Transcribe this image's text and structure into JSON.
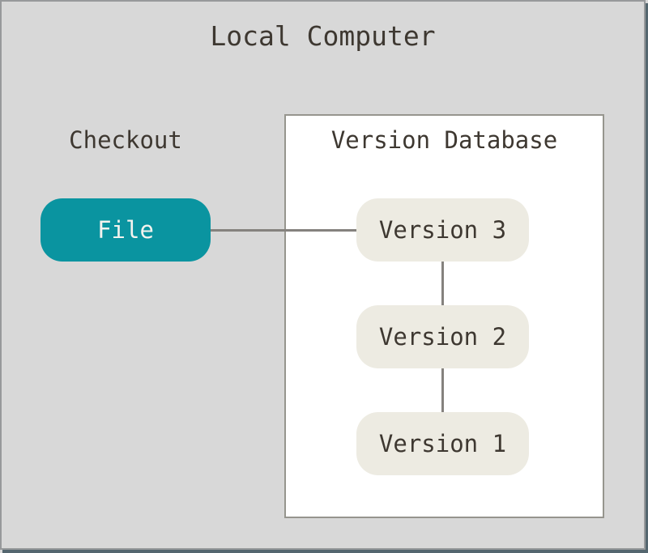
{
  "diagram": {
    "title": "Local Computer",
    "checkout": {
      "label": "Checkout",
      "node": {
        "label": "File"
      }
    },
    "version_database": {
      "title": "Version Database",
      "nodes": [
        {
          "label": "Version 3"
        },
        {
          "label": "Version 2"
        },
        {
          "label": "Version 1"
        }
      ]
    },
    "connections": [
      "File - Version 3",
      "Version 3 - Version 2",
      "Version 2 - Version 1"
    ],
    "colors": {
      "canvas_background": "#d8d8d8",
      "frame_border": "#97999b",
      "frame_shadow": "#54666f",
      "file_node_fill": "#0a94a0",
      "file_node_text": "#f4f3ee",
      "version_node_fill": "#edebe2",
      "version_database_fill": "#ffffff",
      "version_database_border": "#96958e",
      "connector": "#85827e",
      "text": "#3e3831"
    }
  }
}
